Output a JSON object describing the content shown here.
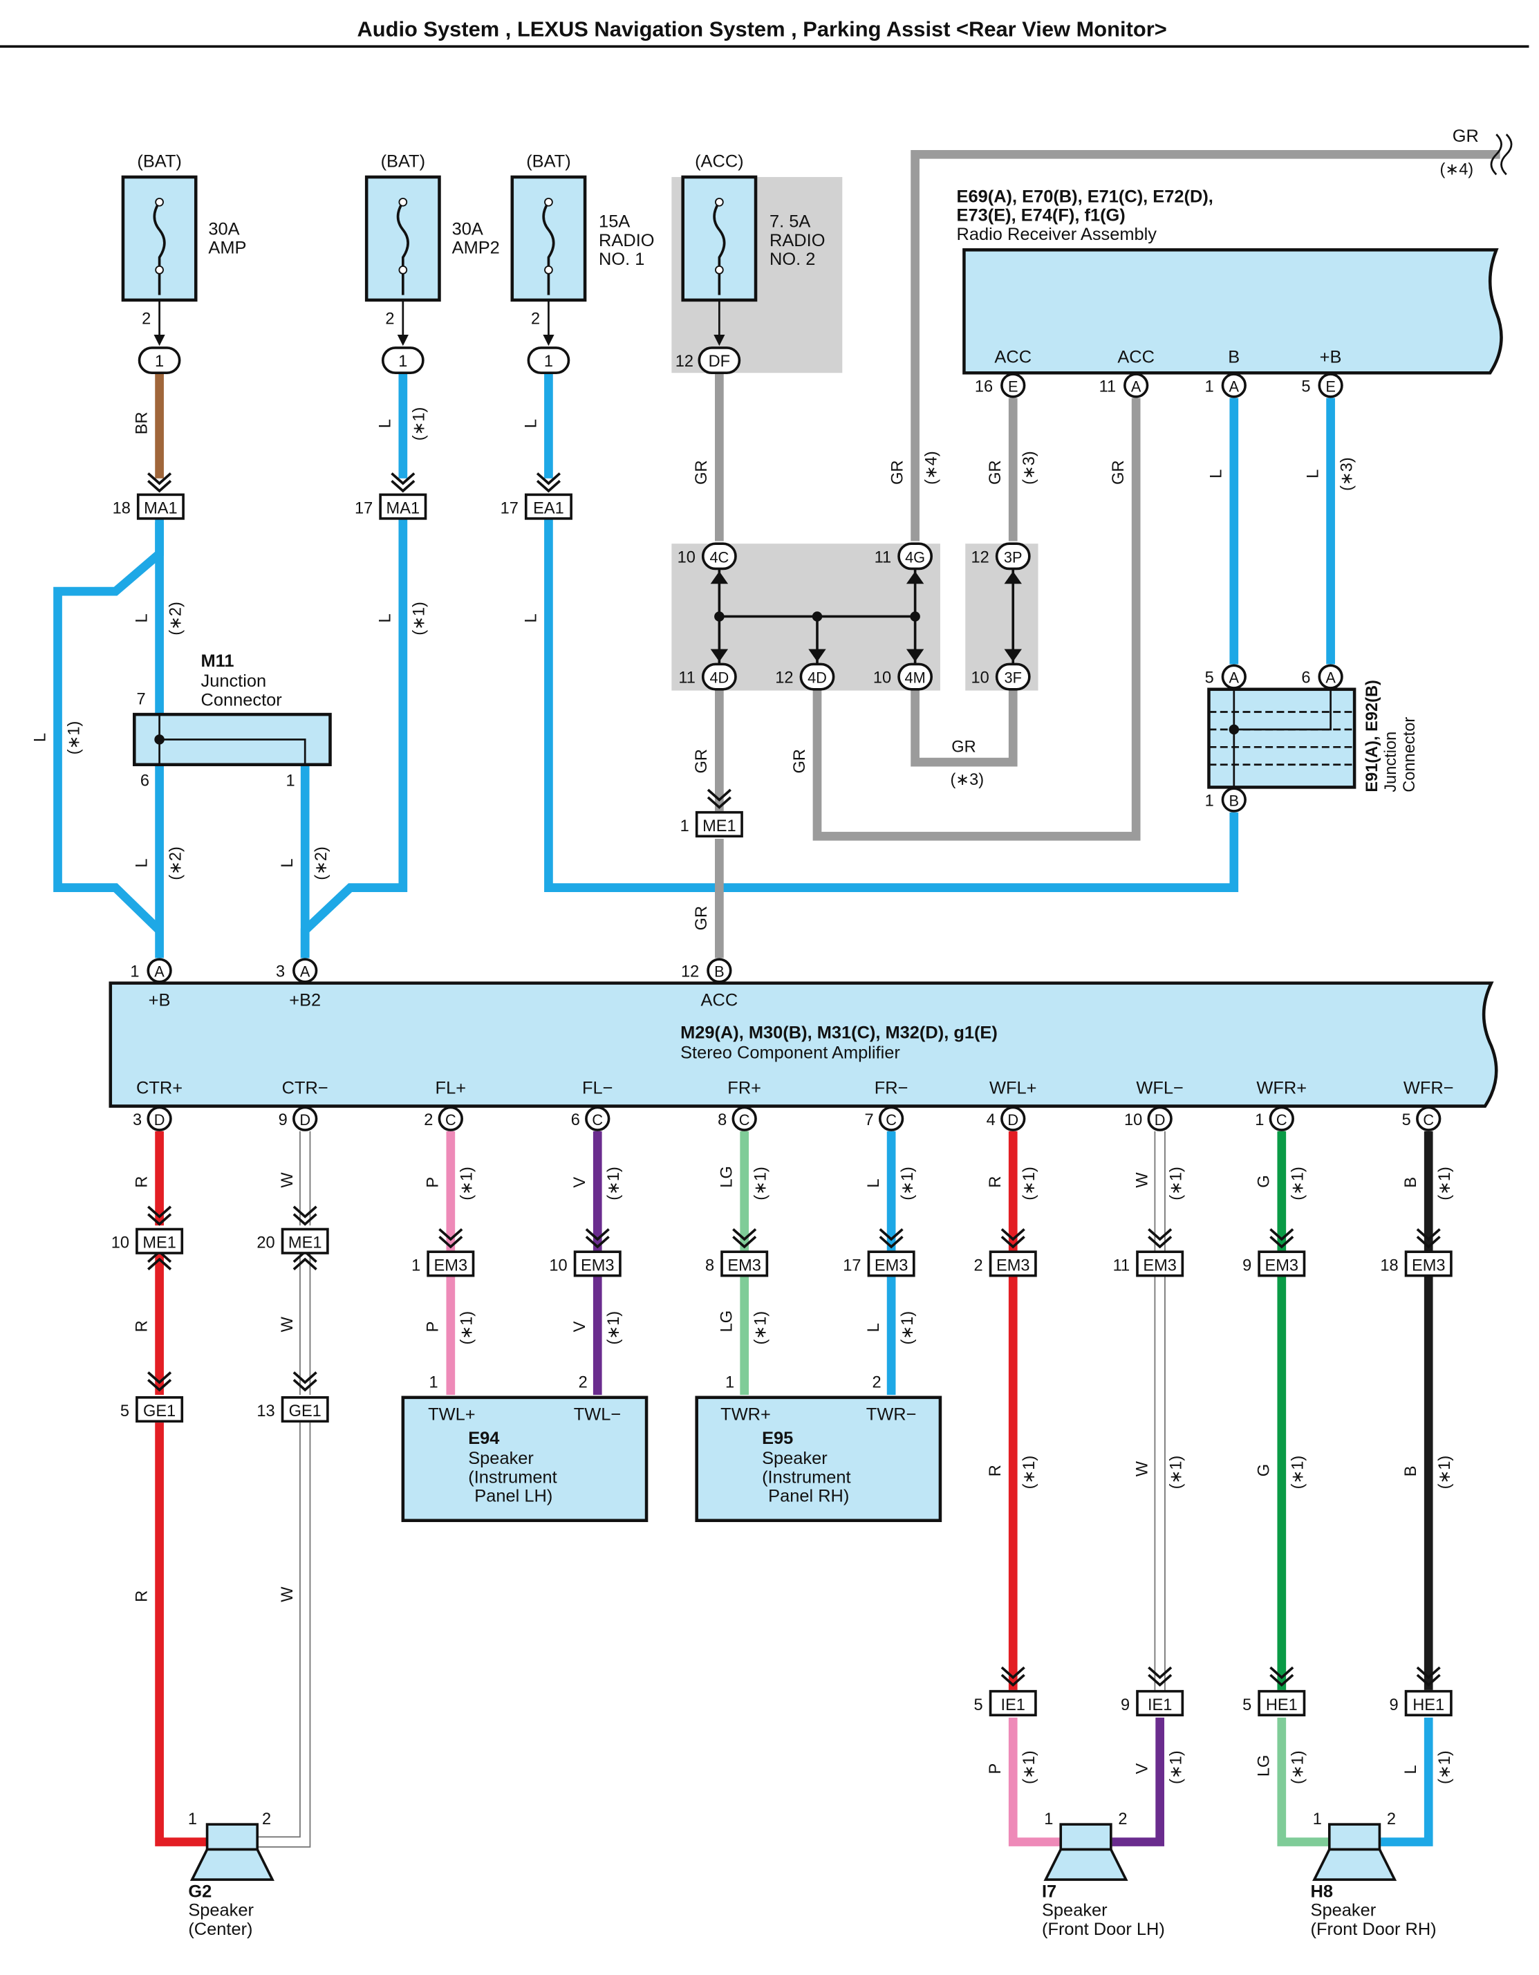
{
  "title": "Audio System , LEXUS Navigation System , Parking Assist <Rear View Monitor>",
  "colors": {
    "BR": "#a0663a",
    "L": "#1ea8e6",
    "GR": "#9b9b9b",
    "R": "#e31e24",
    "W": "#ffffff",
    "P": "#ee8ab8",
    "V": "#6a2c8e",
    "LG": "#7fcc98",
    "G": "#0a9b46",
    "B": "#1b1b1b",
    "box": "#bfe6f6",
    "shade": "#d2d2d2"
  },
  "fuses": [
    {
      "source": "(BAT)",
      "label1": "30A",
      "label2": "AMP",
      "label3": "",
      "pin": "2",
      "conn": "1"
    },
    {
      "source": "(BAT)",
      "label1": "30A",
      "label2": "AMP2",
      "label3": "",
      "pin": "2",
      "conn": "1"
    },
    {
      "source": "(BAT)",
      "label1": "15A",
      "label2": "RADIO",
      "label3": "NO. 1",
      "pin": "2",
      "conn": "1"
    },
    {
      "source": "(ACC)",
      "label1": "7. 5A",
      "label2": "RADIO",
      "label3": "NO. 2",
      "pin": "12",
      "conn": "DF"
    }
  ],
  "radio": {
    "line1": "E69(A), E70(B), E71(C), E72(D),",
    "line2": "E73(E), E74(F), f1(G)",
    "name": "Radio Receiver Assembly",
    "terms": [
      {
        "label": "ACC",
        "pin": "16",
        "conn": "E"
      },
      {
        "label": "ACC",
        "pin": "11",
        "conn": "A"
      },
      {
        "label": "B",
        "pin": "1",
        "conn": "A"
      },
      {
        "label": "+B",
        "pin": "5",
        "conn": "E"
      }
    ]
  },
  "gr_top": {
    "color": "GR",
    "note": "(∗4)"
  },
  "wires": {
    "w1": "BR",
    "w2": "L",
    "w2n": "(∗1)",
    "w3": "L",
    "w4": "GR",
    "w5": "GR",
    "w5n": "(∗4)",
    "w6": "GR",
    "w6n": "(∗3)",
    "w7": "GR",
    "w8": "L",
    "w9": "L",
    "w9n": "(∗3)",
    "w10": "L",
    "w10n": "(∗2)",
    "w11": "L",
    "w11n": "(∗1)",
    "w12": "L",
    "w13": "L",
    "w13n": "(∗1)",
    "w14": "L",
    "w14n": "(∗2)",
    "w15": "L",
    "w15n": "(∗2)",
    "w16": "GR",
    "w17": "GR",
    "w18": "GR",
    "w19": "GR",
    "w19n": "(∗3)"
  },
  "conns": {
    "ma1a": "18",
    "ma1a_n": "MA1",
    "ma1b": "17",
    "ma1b_n": "MA1",
    "ea1": "17",
    "ea1_n": "EA1",
    "j4c": "10",
    "j4c_n": "4C",
    "j4g": "11",
    "j4g_n": "4G",
    "j3p": "12",
    "j3p_n": "3P",
    "j4d": "11",
    "j4d_n": "4D",
    "j4d2": "12",
    "j4d2_n": "4D",
    "j4m": "10",
    "j4m_n": "4M",
    "j3f": "10",
    "j3f_n": "3F",
    "me1": "1",
    "me1_n": "ME1"
  },
  "m11": {
    "id": "M11",
    "name1": "Junction",
    "name2": "Connector",
    "p7": "7",
    "p6": "6",
    "p1": "1"
  },
  "e91": {
    "id": "E91(A), E92(B)",
    "name1": "Junction",
    "name2": "Connector",
    "p5": "5",
    "c5": "A",
    "p6": "6",
    "c6": "A",
    "p1": "1",
    "c1": "B"
  },
  "amp": {
    "id": "M29(A), M30(B), M31(C), M32(D), g1(E)",
    "name": "Stereo Component Amplifier",
    "top": [
      {
        "pin": "1",
        "conn": "A",
        "label": "+B"
      },
      {
        "pin": "3",
        "conn": "A",
        "label": "+B2"
      },
      {
        "pin": "12",
        "conn": "B",
        "label": "ACC"
      }
    ],
    "bottom": [
      {
        "pin": "3",
        "conn": "D",
        "label": "CTR+",
        "color": "R",
        "note": ""
      },
      {
        "pin": "9",
        "conn": "D",
        "label": "CTR−",
        "color": "W",
        "note": ""
      },
      {
        "pin": "2",
        "conn": "C",
        "label": "FL+",
        "color": "P",
        "note": "(∗1)"
      },
      {
        "pin": "6",
        "conn": "C",
        "label": "FL−",
        "color": "V",
        "note": "(∗1)"
      },
      {
        "pin": "8",
        "conn": "C",
        "label": "FR+",
        "color": "LG",
        "note": "(∗1)"
      },
      {
        "pin": "7",
        "conn": "C",
        "label": "FR−",
        "color": "L",
        "note": "(∗1)"
      },
      {
        "pin": "4",
        "conn": "D",
        "label": "WFL+",
        "color": "R",
        "note": "(∗1)"
      },
      {
        "pin": "10",
        "conn": "D",
        "label": "WFL−",
        "color": "W",
        "note": "(∗1)"
      },
      {
        "pin": "1",
        "conn": "C",
        "label": "WFR+",
        "color": "G",
        "note": "(∗1)"
      },
      {
        "pin": "5",
        "conn": "C",
        "label": "WFR−",
        "color": "B",
        "note": "(∗1)"
      }
    ]
  },
  "em3": [
    {
      "pin": "10",
      "name": "ME1"
    },
    {
      "pin": "20",
      "name": "ME1"
    },
    {
      "pin": "1",
      "name": "EM3"
    },
    {
      "pin": "10",
      "name": "EM3"
    },
    {
      "pin": "8",
      "name": "EM3"
    },
    {
      "pin": "17",
      "name": "EM3"
    },
    {
      "pin": "2",
      "name": "EM3"
    },
    {
      "pin": "11",
      "name": "EM3"
    },
    {
      "pin": "9",
      "name": "EM3"
    },
    {
      "pin": "18",
      "name": "EM3"
    }
  ],
  "ge1": [
    {
      "pin": "5",
      "name": "GE1"
    },
    {
      "pin": "13",
      "name": "GE1"
    }
  ],
  "spk_lh": {
    "id": "E94",
    "l1": "Speaker",
    "l2": "(Instrument",
    "l3": "Panel LH)",
    "t1": "TWL+",
    "t2": "TWL−",
    "p1": "1",
    "p2": "2"
  },
  "spk_rh": {
    "id": "E95",
    "l1": "Speaker",
    "l2": "(Instrument",
    "l3": "Panel RH)",
    "t1": "TWR+",
    "t2": "TWR−",
    "p1": "1",
    "p2": "2"
  },
  "door_conns": [
    {
      "pin": "5",
      "name": "IE1"
    },
    {
      "pin": "9",
      "name": "IE1"
    },
    {
      "pin": "5",
      "name": "HE1"
    },
    {
      "pin": "9",
      "name": "HE1"
    }
  ],
  "door_wires": [
    {
      "color": "P",
      "note": "(∗1)"
    },
    {
      "color": "V",
      "note": "(∗1)"
    },
    {
      "color": "LG",
      "note": "(∗1)"
    },
    {
      "color": "L",
      "note": "(∗1)"
    }
  ],
  "speakers": [
    {
      "id": "G2",
      "l1": "Speaker",
      "l2": "(Center)",
      "p1": "1",
      "p2": "2"
    },
    {
      "id": "I7",
      "l1": "Speaker",
      "l2": "(Front Door LH)",
      "p1": "1",
      "p2": "2"
    },
    {
      "id": "H8",
      "l1": "Speaker",
      "l2": "(Front Door RH)",
      "p1": "1",
      "p2": "2"
    }
  ],
  "ctr_wire_r": "R",
  "ctr_wire_w": "W"
}
